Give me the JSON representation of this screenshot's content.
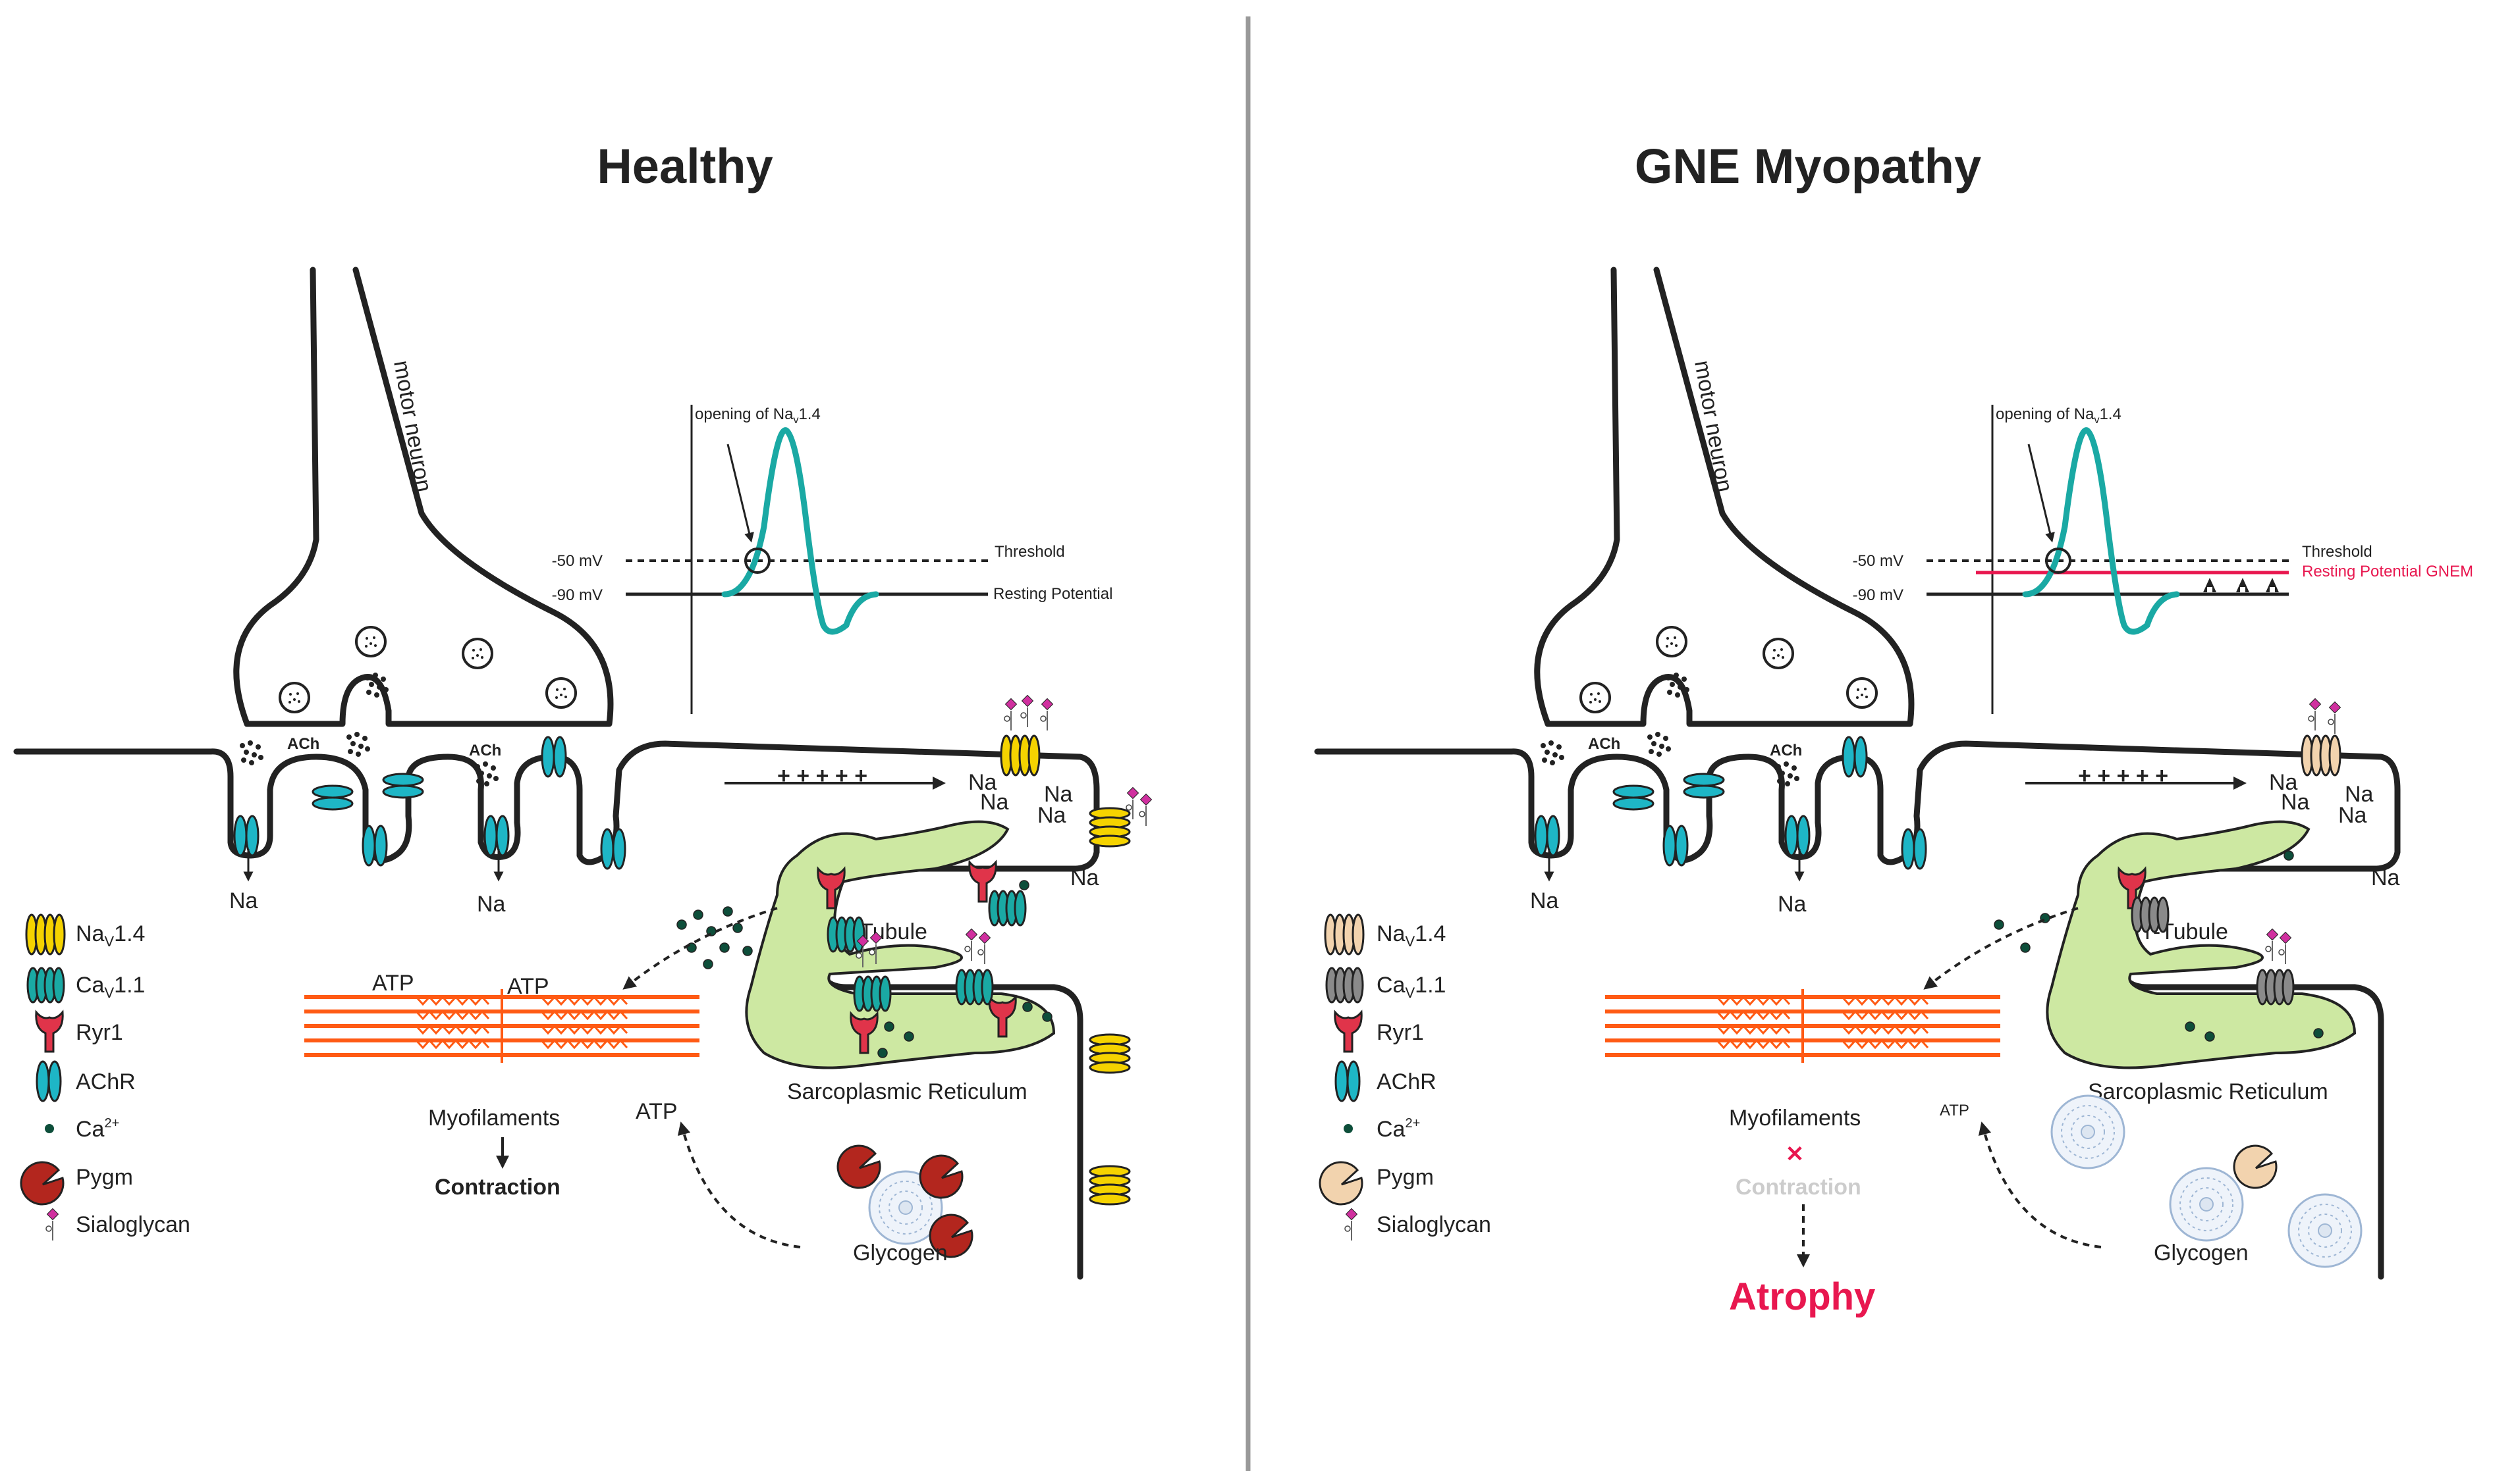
{
  "panels": {
    "healthy": {
      "title": "Healthy",
      "motor_neuron_label": "motor neuron",
      "ach_label_1": "ACh",
      "ach_label_2": "ACh",
      "plot": {
        "opening_label": "opening of Na",
        "opening_sub": "v",
        "opening_suffix": "1.4",
        "threshold_value": "-50 mV",
        "resting_value": "-90 mV",
        "threshold_label": "Threshold",
        "resting_label": "Resting Potential"
      },
      "t_tubule": "T-Tubule",
      "sr": "Sarcoplasmic Reticulum",
      "atp": "ATP",
      "myofilaments": "Myofilaments",
      "contraction": "Contraction",
      "glycogen": "Glycogen",
      "na_plus": "Na",
      "charges": "+ + + + +"
    },
    "gne": {
      "title": "GNE Myopathy",
      "motor_neuron_label": "motor neuron",
      "ach_label_1": "ACh",
      "ach_label_2": "ACh",
      "plot": {
        "opening_label": "opening of Na",
        "opening_sub": "v",
        "opening_suffix": "1.4",
        "threshold_value": "-50 mV",
        "resting_value": "-90 mV",
        "threshold_label": "Threshold",
        "resting_gnem_label": "Resting Potential GNEM"
      },
      "t_tubule": "T-Tubule",
      "sr": "Sarcoplasmic Reticulum",
      "atp": "ATP",
      "myofilaments": "Myofilaments",
      "contraction": "Contraction",
      "atrophy": "Atrophy",
      "glycogen": "Glycogen",
      "na_plus": "Na",
      "charges": "+ + + + +"
    }
  },
  "legend": [
    {
      "icon": "nav14-icon",
      "label": "Na",
      "sub": "V",
      "suffix": "1.4"
    },
    {
      "icon": "cav11-icon",
      "label": "Ca",
      "sub": "V",
      "suffix": "1.1"
    },
    {
      "icon": "ryr1-icon",
      "label": "Ryr1"
    },
    {
      "icon": "achr-icon",
      "label": "AChR"
    },
    {
      "icon": "calcium-icon",
      "label": "Ca",
      "sup": "2+"
    },
    {
      "icon": "pygm-icon",
      "label": "Pygm"
    },
    {
      "icon": "sialoglycan-icon",
      "label": "Sialoglycan"
    }
  ],
  "colors": {
    "nav_healthy": "#f5d300",
    "nav_gne": "#f2d3ae",
    "cav_healthy": "#1aa9a4",
    "cav_gne": "#8a8a8a",
    "ryr1": "#e0344a",
    "achr": "#1eb6c6",
    "pygm_healthy": "#b3261e",
    "pygm_gne": "#f2d3ae",
    "ap_trace": "#1aa9a4",
    "gnem_resting": "#e8174f",
    "myofilament": "#ff5a14",
    "sr": "#cde8a2",
    "divider": "#999999"
  }
}
